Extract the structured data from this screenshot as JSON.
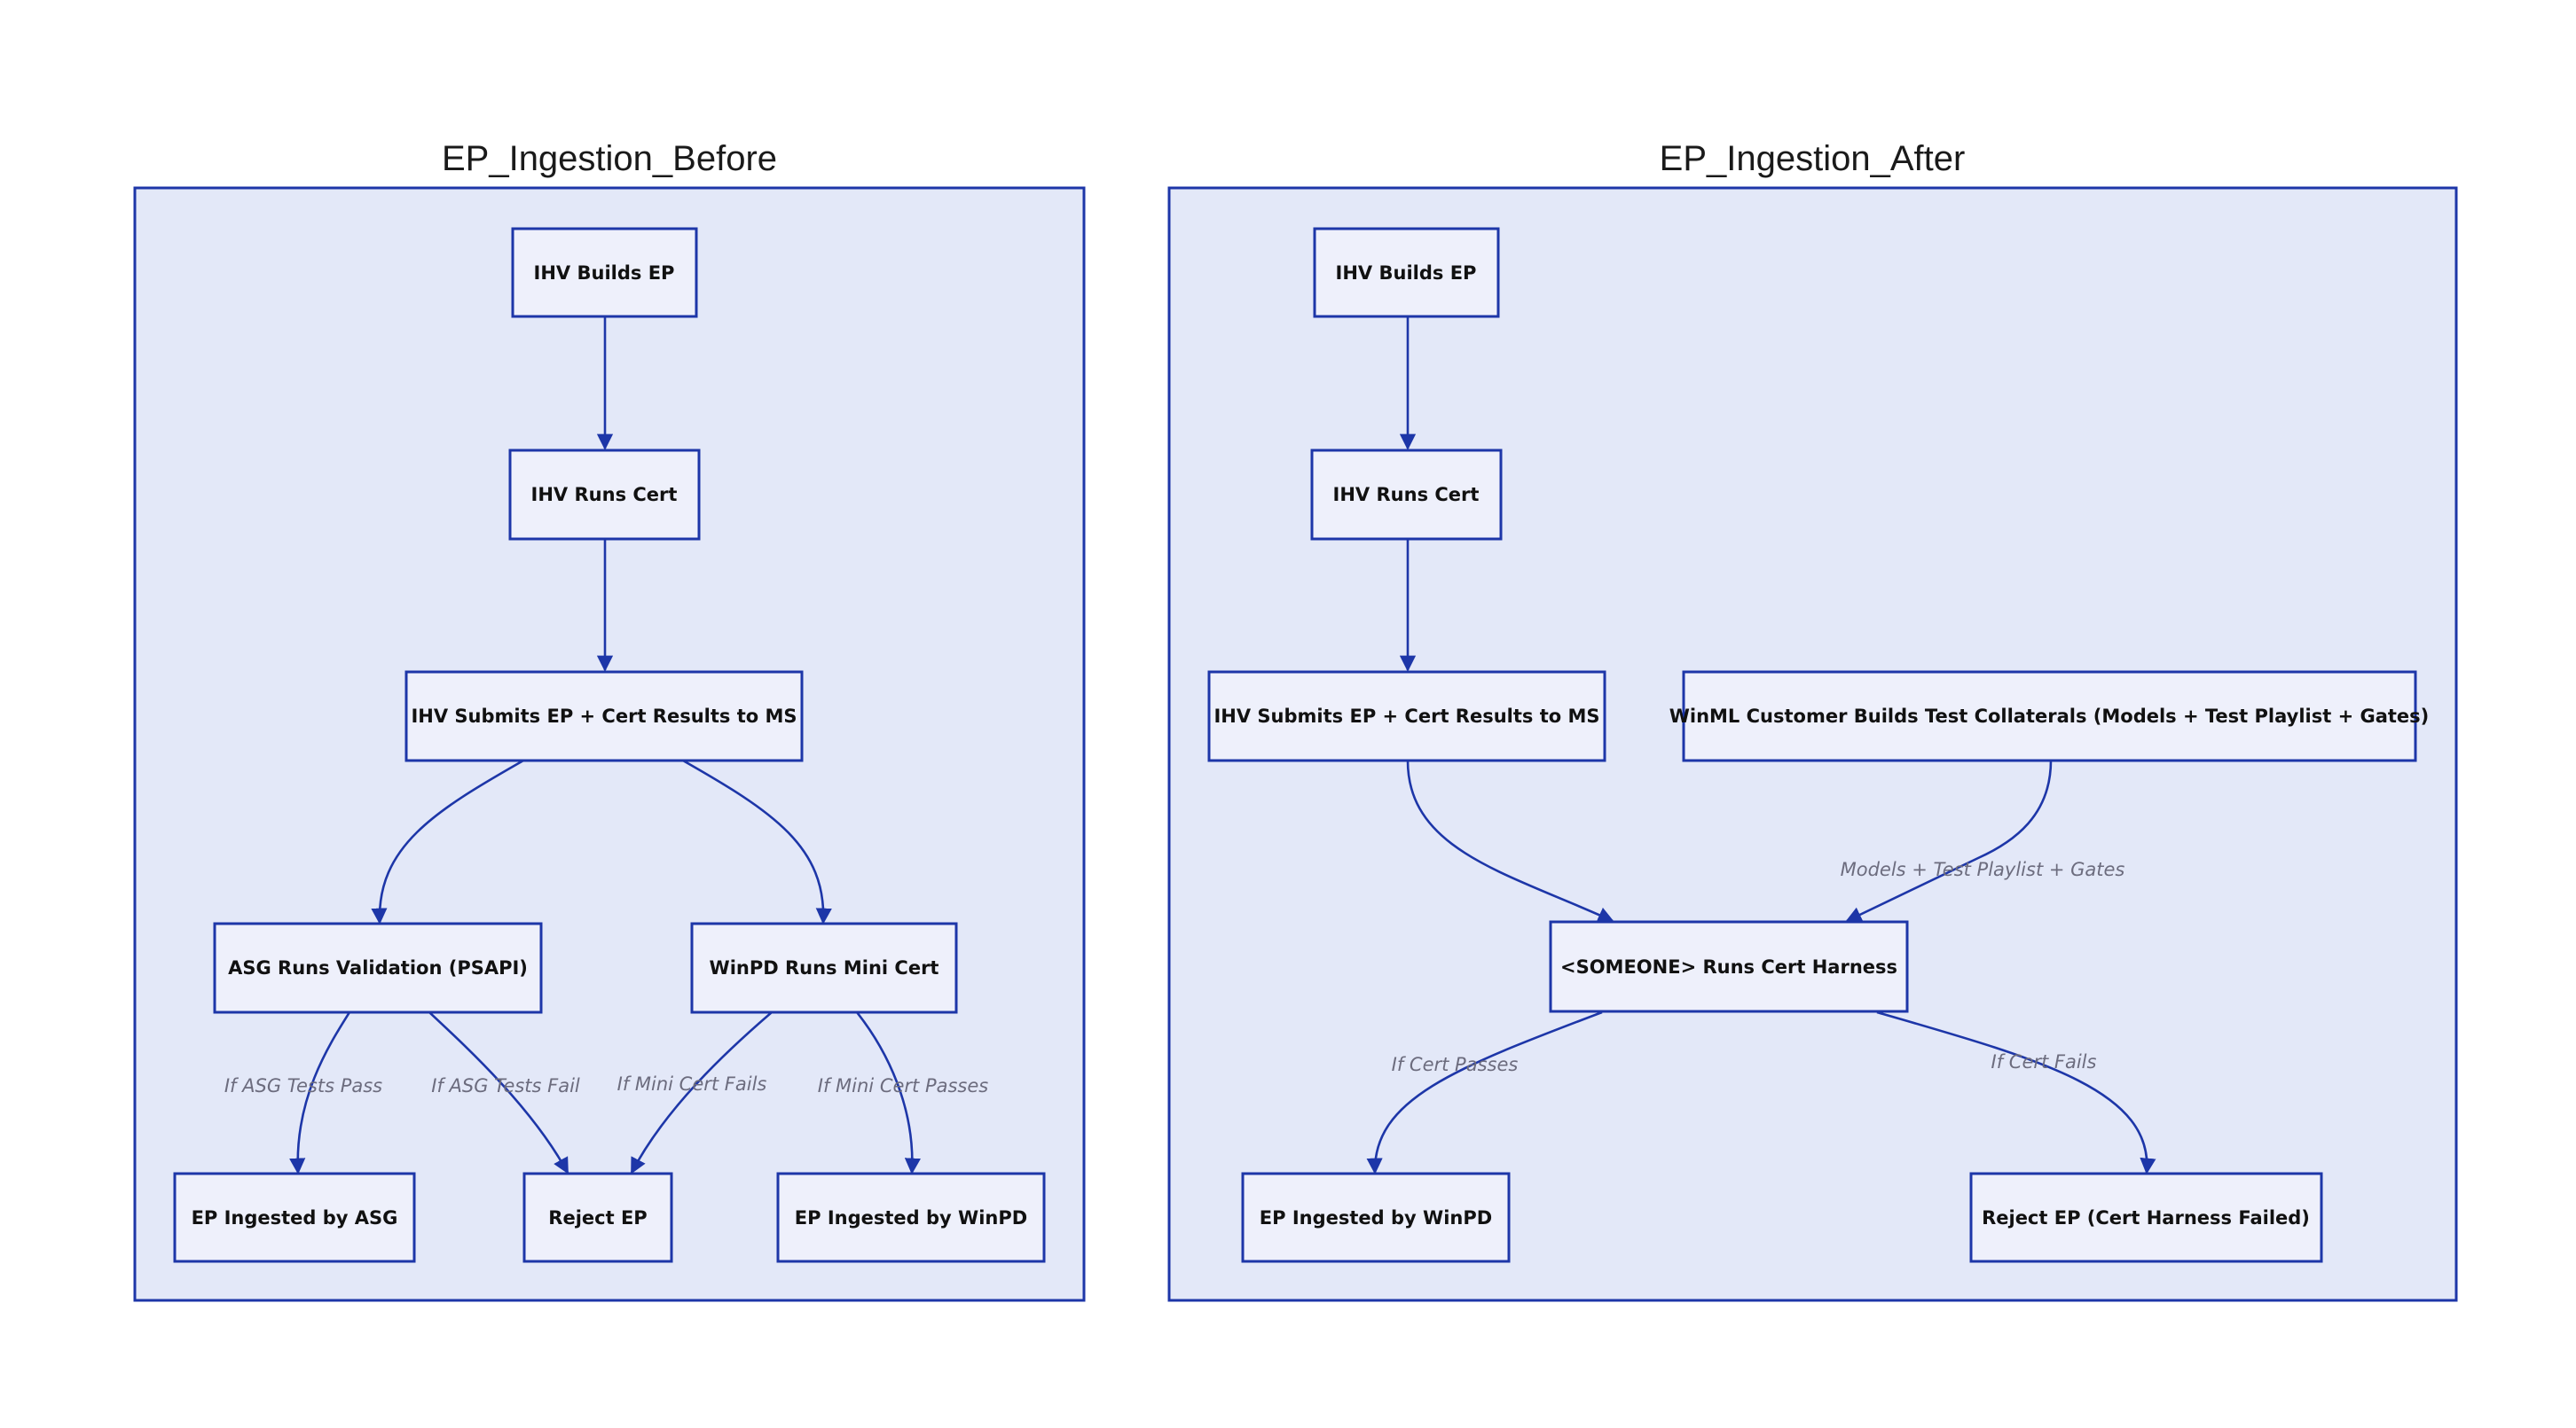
{
  "clusters": {
    "before": {
      "title": "EP_Ingestion_Before"
    },
    "after": {
      "title": "EP_Ingestion_After"
    }
  },
  "nodes": {
    "b_build": "IHV Builds EP",
    "b_cert": "IHV Runs Cert",
    "b_submit": "IHV Submits EP + Cert Results to MS",
    "b_asg": "ASG Runs Validation (PSAPI)",
    "b_winpd": "WinPD Runs Mini Cert",
    "b_ing_asg": "EP Ingested by ASG",
    "b_reject": "Reject EP",
    "b_ing_winpd": "EP Ingested by WinPD",
    "a_build": "IHV Builds EP",
    "a_cert": "IHV Runs Cert",
    "a_submit": "IHV Submits EP + Cert Results to MS",
    "a_winml": "WinML Customer Builds Test Collaterals (Models + Test Playlist + Gates)",
    "a_harness": "<SOMEONE> Runs Cert Harness",
    "a_ing_winpd": "EP Ingested by WinPD",
    "a_reject": "Reject EP (Cert Harness Failed)"
  },
  "edge_labels": {
    "asg_pass": "If ASG Tests Pass",
    "asg_fail": "If ASG Tests Fail",
    "mini_fail": "If Mini Cert Fails",
    "mini_pass": "If Mini Cert Passes",
    "collaterals": "Models + Test Playlist + Gates",
    "cert_passes": "If Cert Passes",
    "cert_fails": "If Cert Fails"
  },
  "colors": {
    "cluster_fill": "#e3e8f8",
    "node_fill": "#eef0fb",
    "stroke": "#1d36a8"
  }
}
